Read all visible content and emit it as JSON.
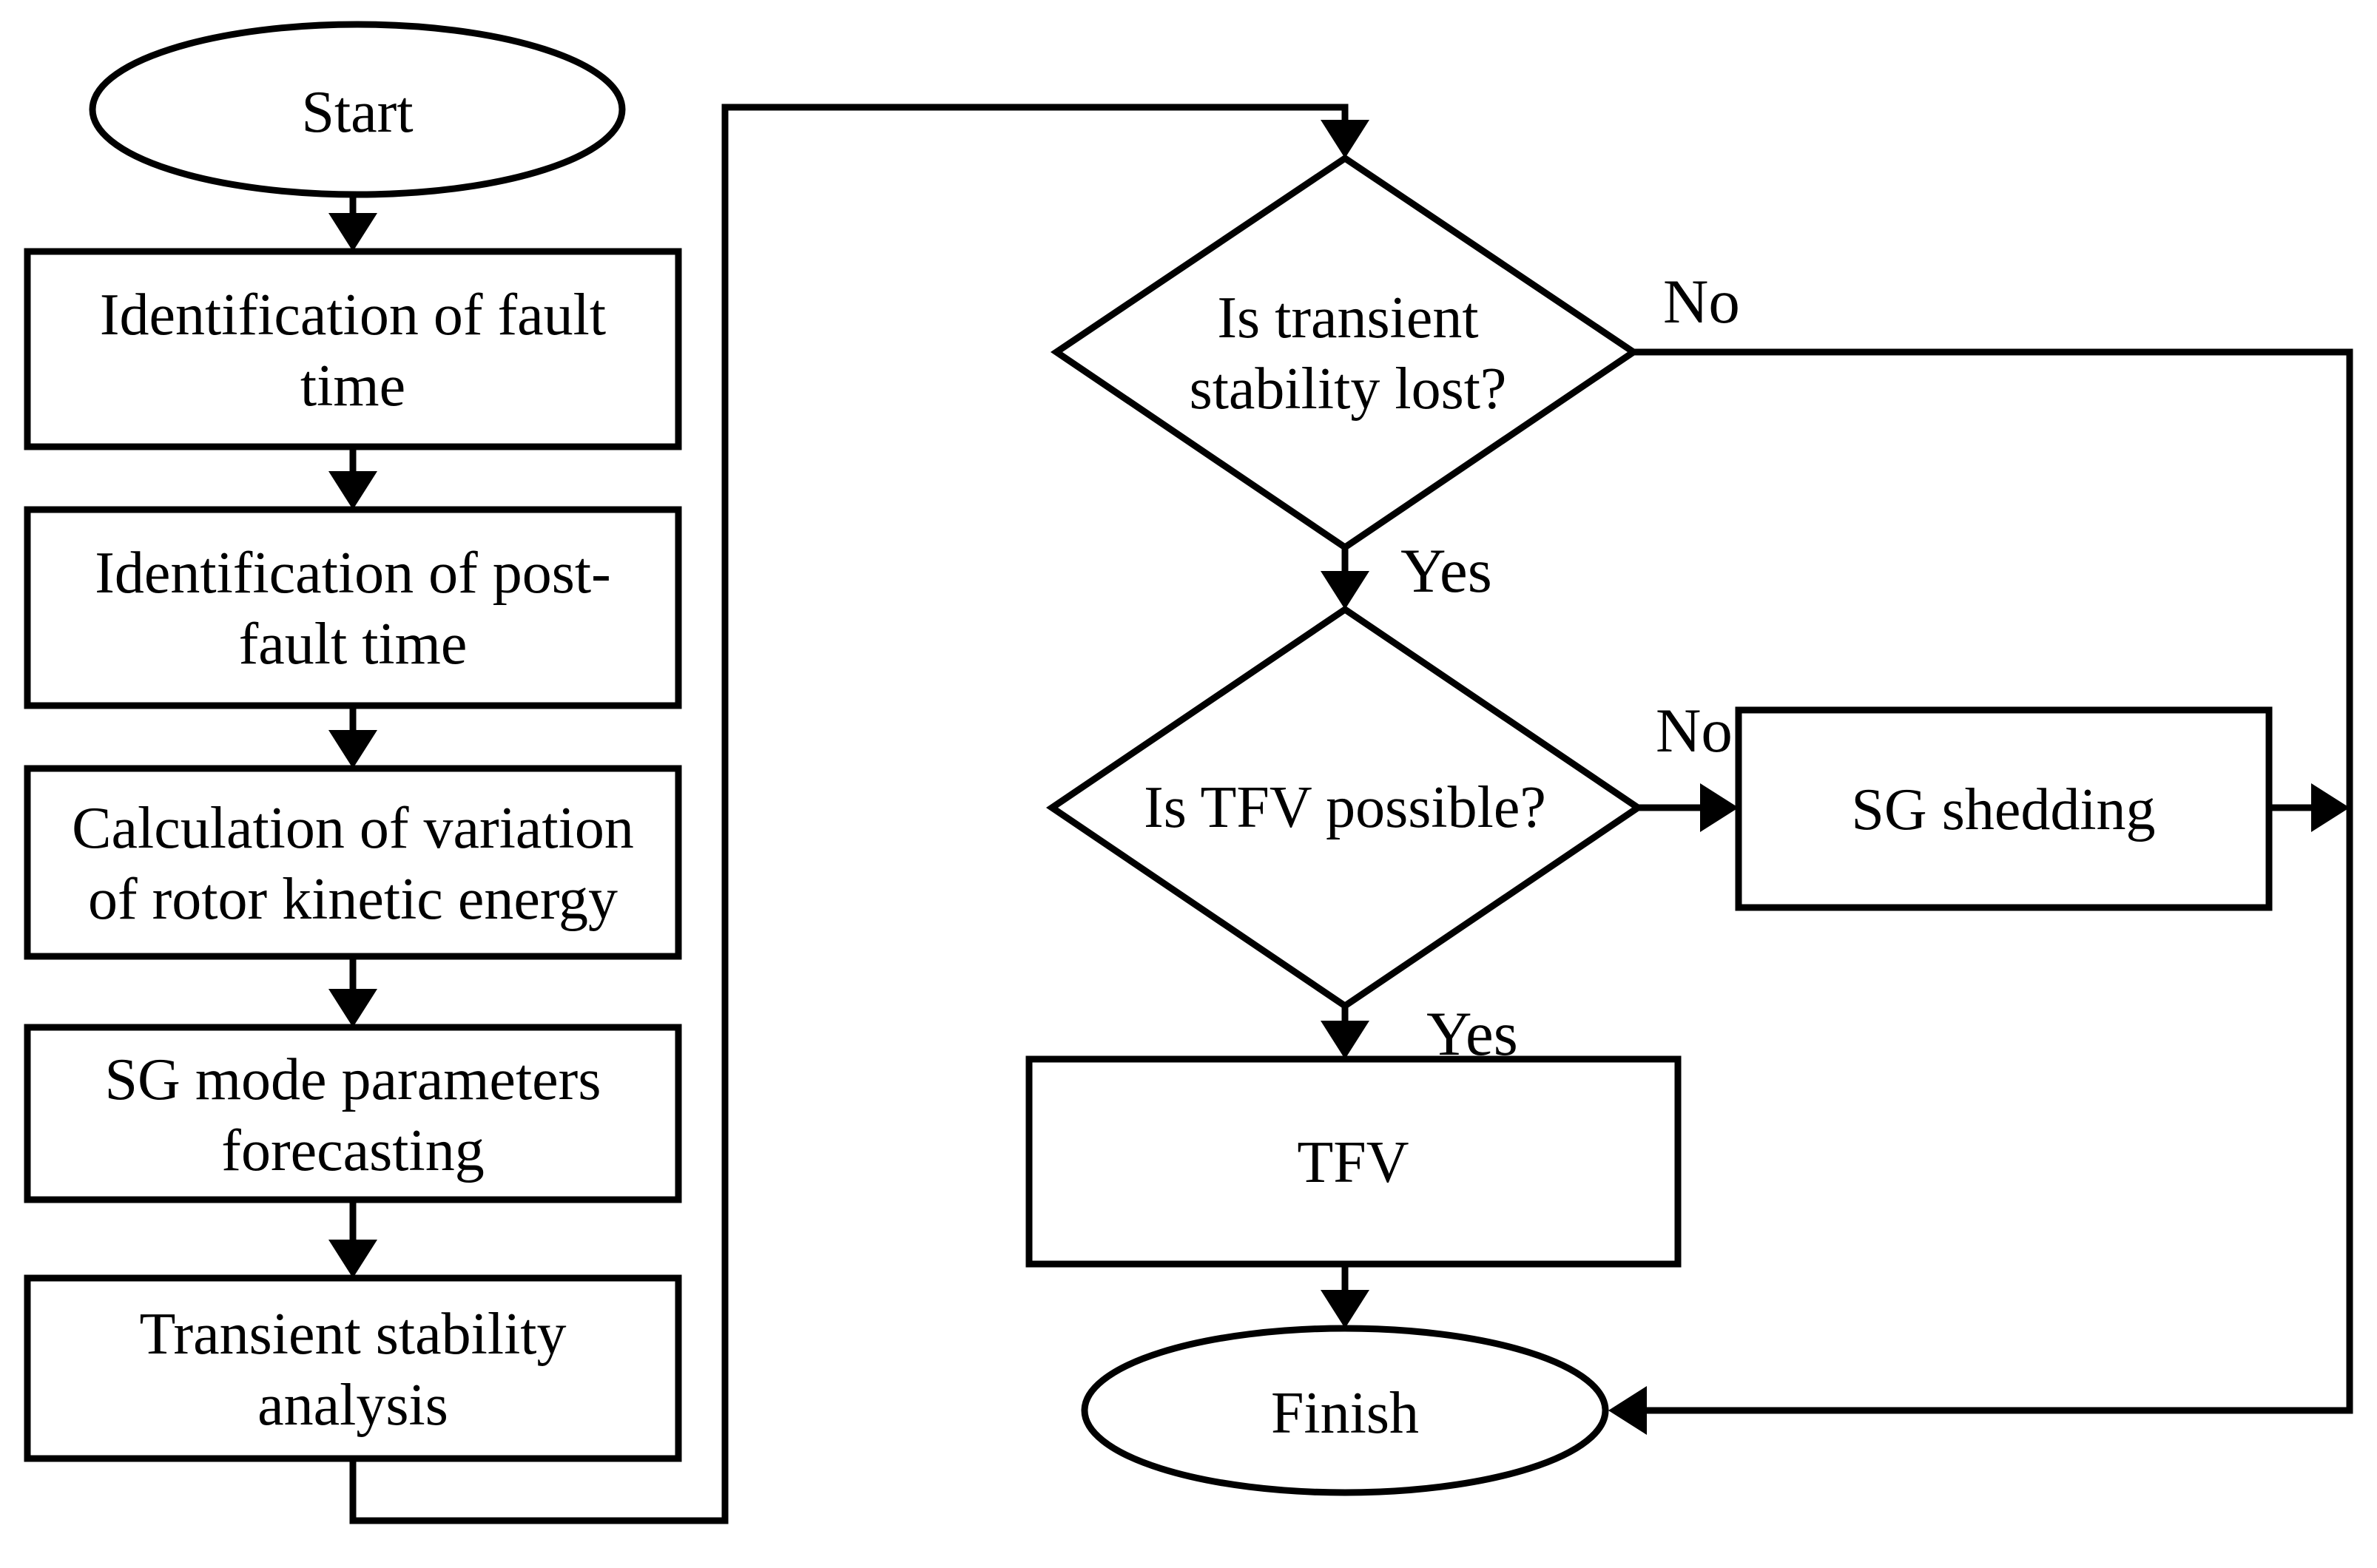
{
  "diagram": {
    "type": "flowchart",
    "colors": {
      "stroke": "#000000",
      "background": "#ffffff",
      "text": "#000000"
    },
    "nodes": {
      "start": {
        "shape": "ellipse",
        "label": "Start"
      },
      "p1": {
        "shape": "process",
        "line1": "Identification of fault",
        "line2": "time"
      },
      "p2": {
        "shape": "process",
        "line1": "Identification of post-",
        "line2": "fault time"
      },
      "p3": {
        "shape": "process",
        "line1": "Calculation of variation",
        "line2": "of rotor kinetic energy"
      },
      "p4": {
        "shape": "process",
        "line1": "SG mode parameters",
        "line2": "forecasting"
      },
      "p5": {
        "shape": "process",
        "line1": "Transient stability",
        "line2": "analysis"
      },
      "d1": {
        "shape": "decision",
        "line1": "Is transient",
        "line2": "stability lost?"
      },
      "d2": {
        "shape": "decision",
        "label": "Is TFV possible?"
      },
      "sg_shed": {
        "shape": "process",
        "label": "SG shedding"
      },
      "tfv": {
        "shape": "process",
        "label": "TFV"
      },
      "finish": {
        "shape": "ellipse",
        "label": "Finish"
      }
    },
    "edge_labels": {
      "d1_no": "No",
      "d1_yes": "Yes",
      "d2_no": "No",
      "d2_yes": "Yes"
    }
  }
}
